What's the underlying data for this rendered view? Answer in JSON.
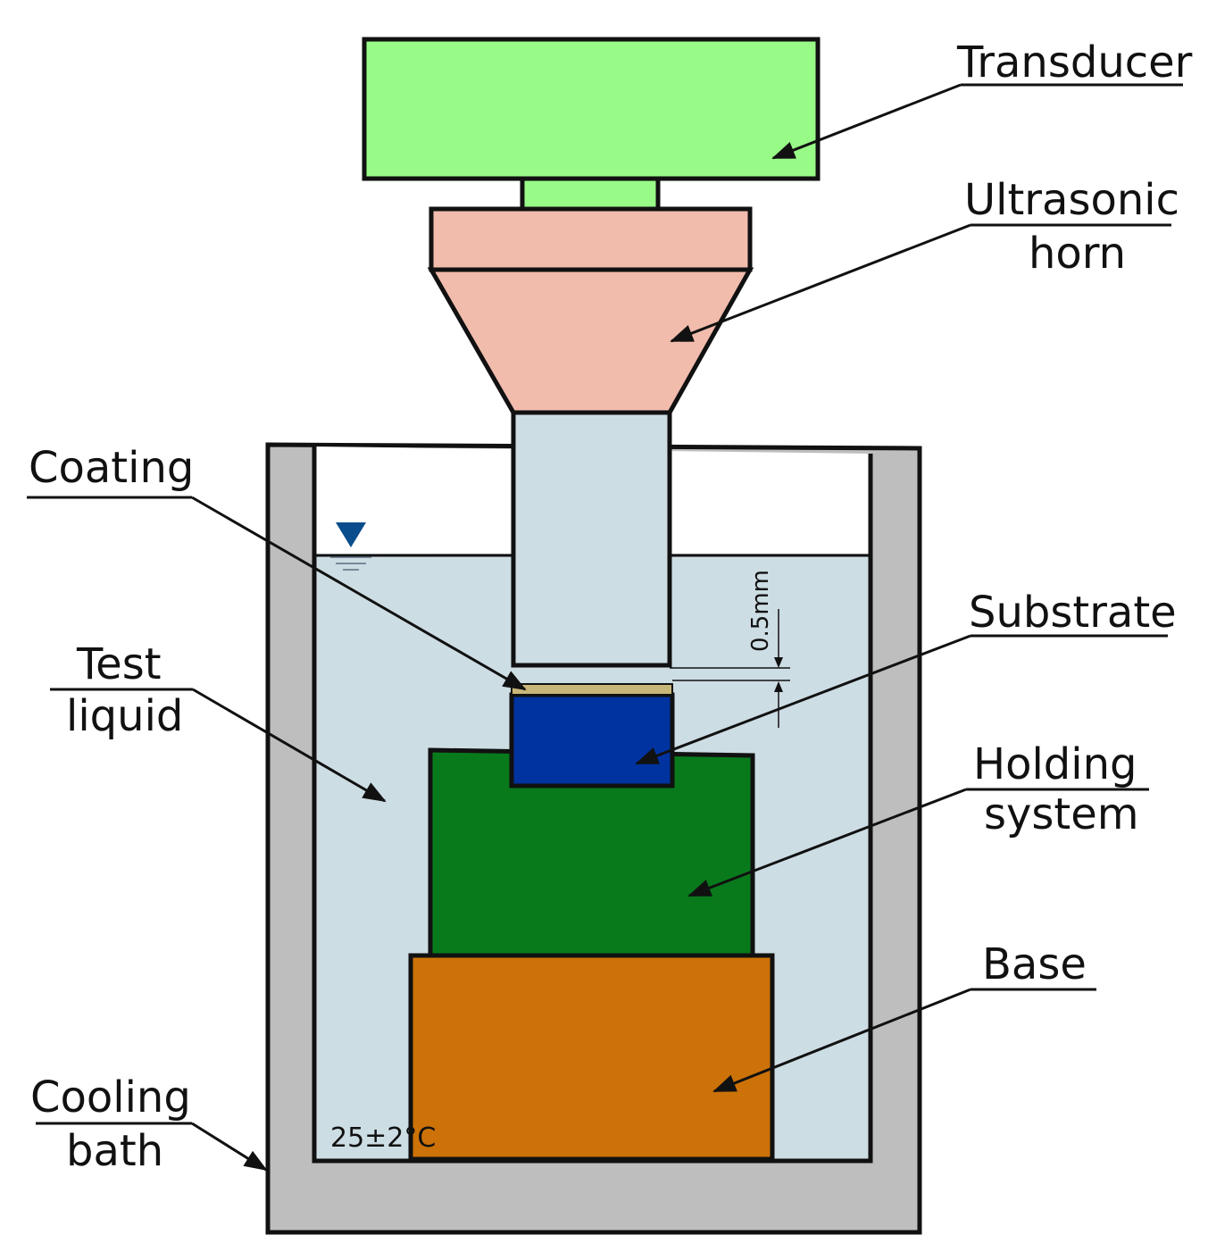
{
  "labels": {
    "transducer": "Transducer",
    "ultrasonic_horn_line1": "Ultrasonic",
    "ultrasonic_horn_line2": "horn",
    "coating": "Coating",
    "substrate": "Substrate",
    "test_liquid_line1": "Test",
    "test_liquid_line2": "liquid",
    "holding_system_line1": "Holding",
    "holding_system_line2": "system",
    "base": "Base",
    "cooling_bath_line1": "Cooling",
    "cooling_bath_line2": "bath"
  },
  "annotations": {
    "temperature": "25±2°C",
    "gap": "0.5mm"
  },
  "colors": {
    "transducer": "#98fb87",
    "horn": "#f2bcad",
    "horn_tip": "#cddde4",
    "liquid": "#cddde4",
    "bath_wall": "#bebebe",
    "coating": "#c9b77a",
    "substrate": "#0033a0",
    "holding_system": "#087a1c",
    "base": "#cc7208",
    "water_level_marker": "#0a4d8c"
  }
}
